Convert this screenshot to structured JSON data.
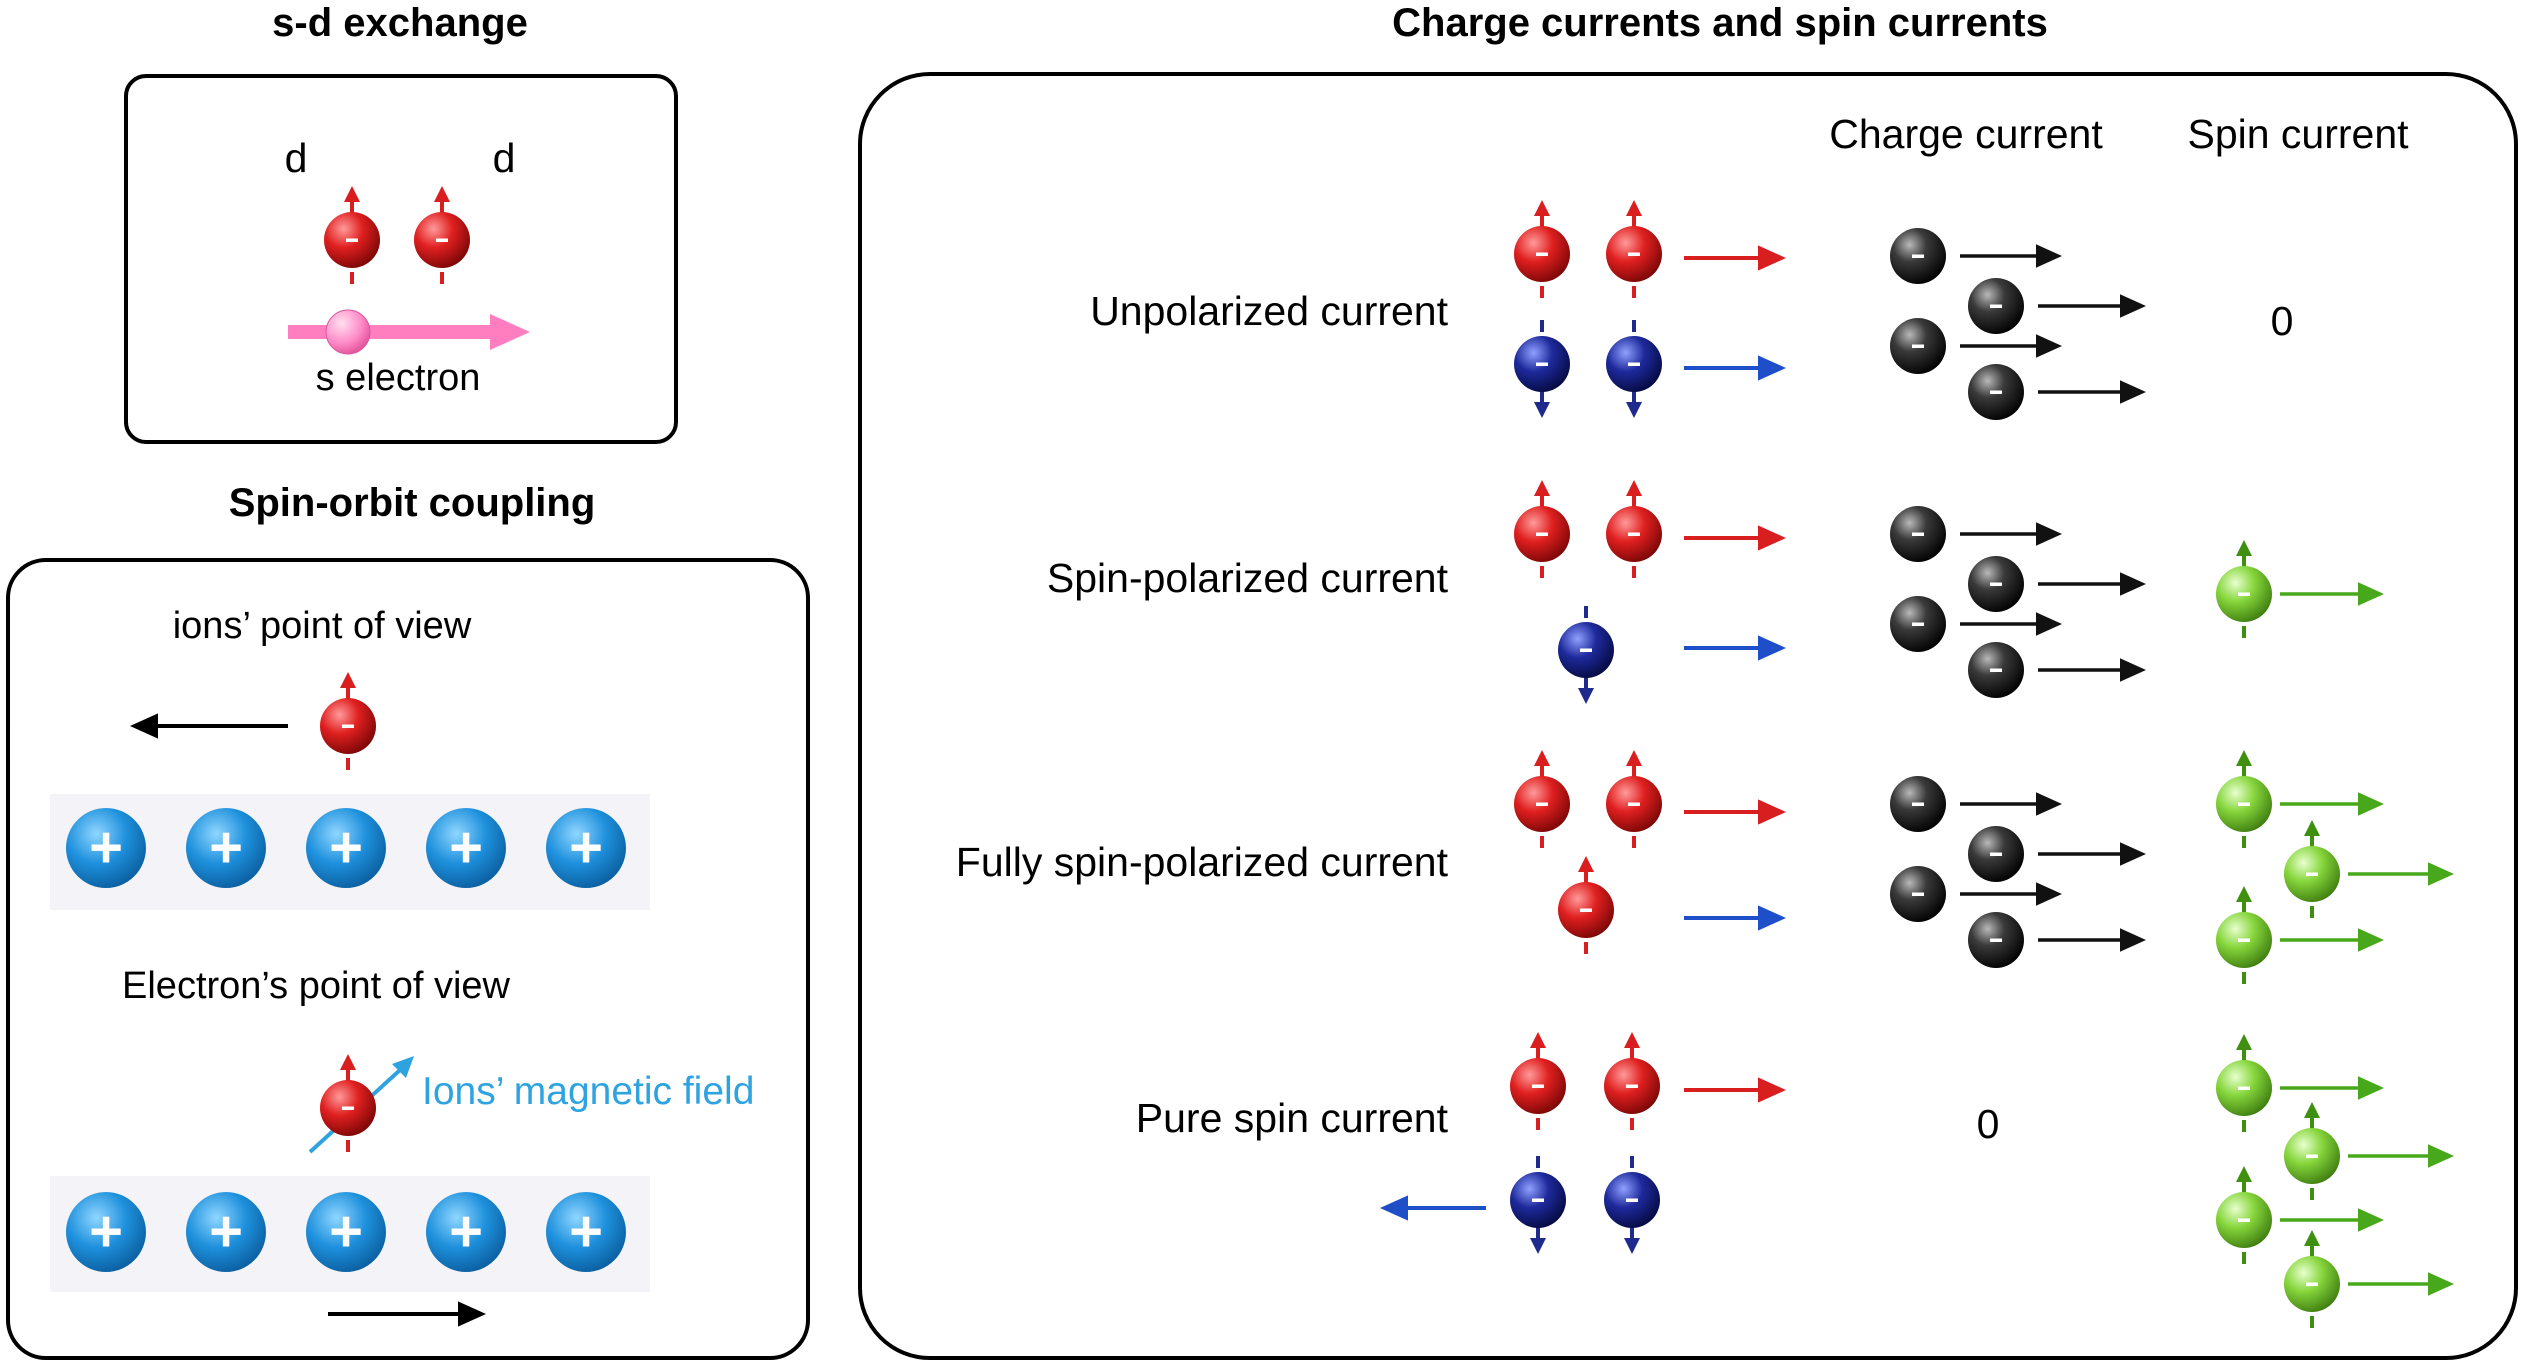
{
  "titles": {
    "sd": "s-d exchange",
    "soc": "Spin-orbit coupling",
    "currents": "Charge currents and spin currents"
  },
  "sd_panel": {
    "d_left": "d",
    "d_right": "d",
    "s_electron": "s electron"
  },
  "soc_panel": {
    "ions_view": "ions’ point of view",
    "electron_view": "Electron’s point of view",
    "magnetic_field": "Ions’ magnetic field",
    "ion_symbol": "+"
  },
  "currents_panel": {
    "col_charge": "Charge current",
    "col_spin": "Spin current",
    "electron_symbol": "-",
    "rows": [
      {
        "label": "Unpolarized current",
        "charge_value": "",
        "spin_value": "0"
      },
      {
        "label": "Spin-polarized current",
        "charge_value": "",
        "spin_value": ""
      },
      {
        "label": "Fully spin-polarized current",
        "charge_value": "",
        "spin_value": ""
      },
      {
        "label": "Pure spin current",
        "charge_value": "0",
        "spin_value": ""
      }
    ]
  },
  "colors": {
    "spin_up": "#d81e1e",
    "spin_down": "#1e2a8c",
    "charge": "#222222",
    "spin_current": "#7ed23a",
    "ion": "#1e8fd8",
    "s_electron": "#ff7ec0",
    "field_arrow": "#2ea3e0"
  }
}
